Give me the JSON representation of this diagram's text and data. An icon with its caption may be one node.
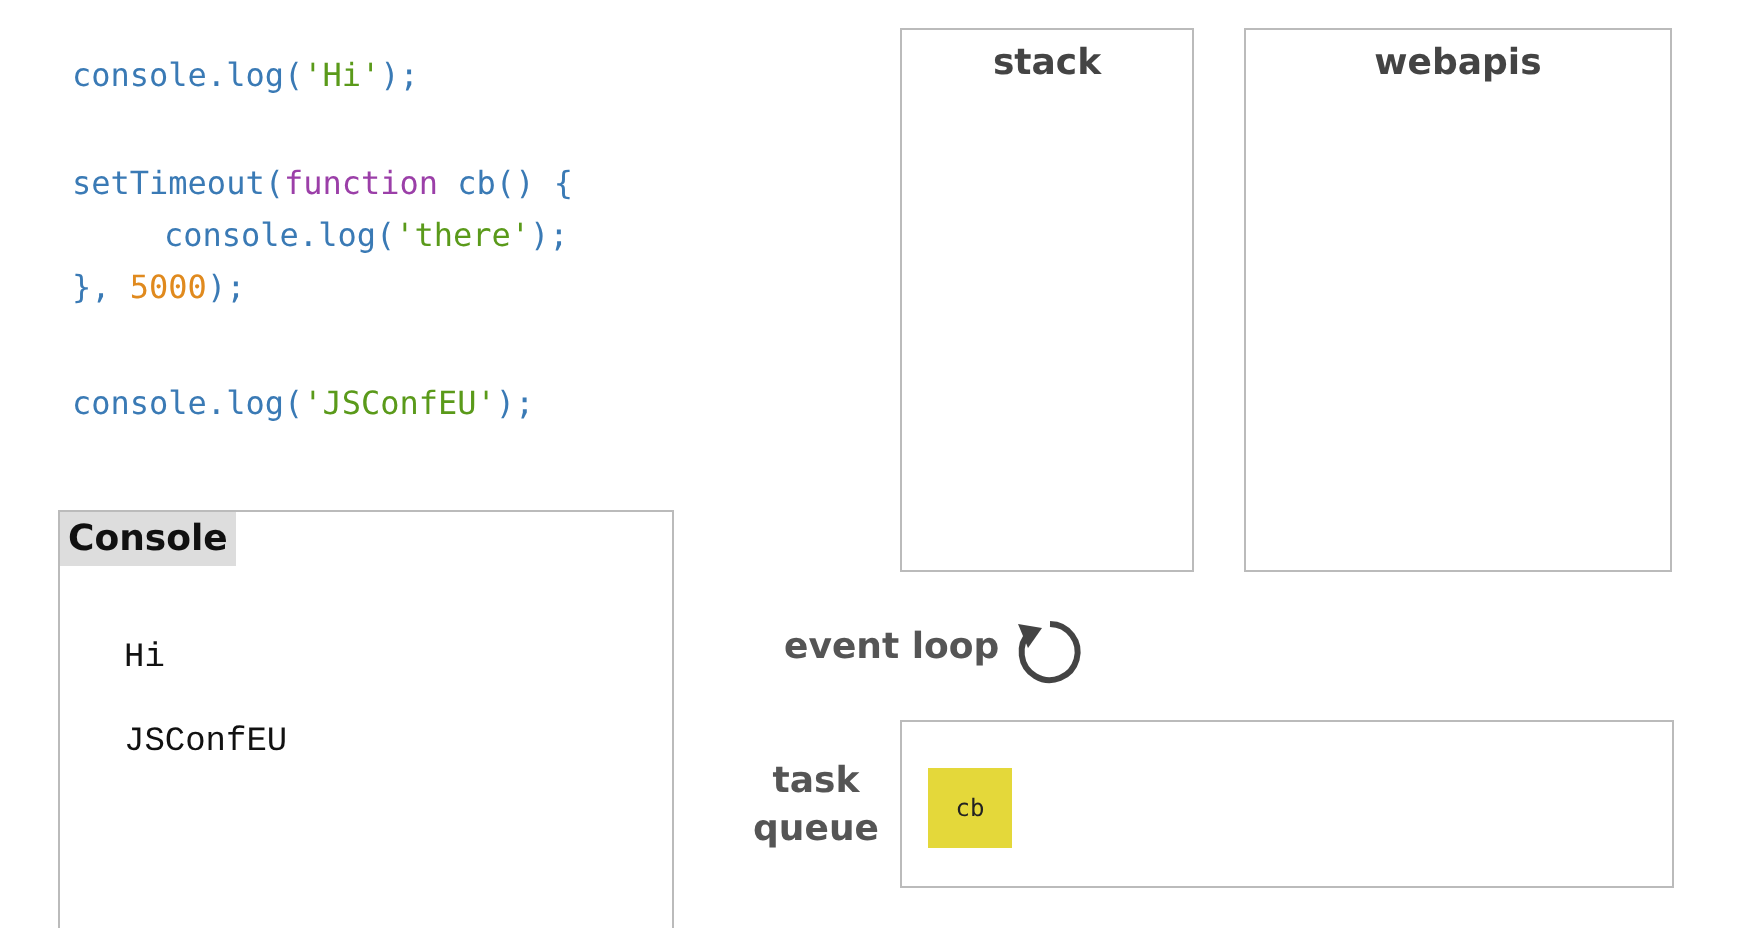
{
  "diagram": {
    "nodes": [
      {
        "text": [
          "stack"
        ]
      },
      {
        "text": [
          "webapis"
        ]
      },
      {
        "text": [
          "Console",
          "Hi",
          "JSConfEU"
        ]
      },
      {
        "text": [
          "task queue"
        ]
      },
      {
        "text": [
          "cb"
        ],
        "in": 3
      }
    ],
    "labels": [
      "console.log('Hi');",
      "setTimeout(function cb() {",
      "console.log('there');",
      "}, 5000);",
      "console.log('JSConfEU');",
      "event loop"
    ]
  }
}
